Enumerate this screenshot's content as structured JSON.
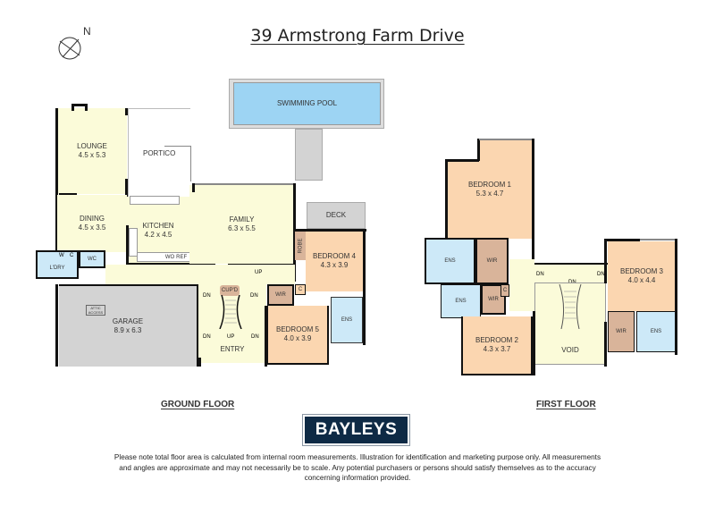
{
  "title": "39 Armstrong Farm Drive",
  "compass": {
    "label": "N",
    "icon": "north-arrow-icon"
  },
  "ground_floor": {
    "label": "GROUND FLOOR",
    "rooms": {
      "pool": {
        "name": "SWIMMING POOL"
      },
      "portico": {
        "name": "PORTICO"
      },
      "lounge": {
        "name": "LOUNGE",
        "dims": "4.5 x 5.3"
      },
      "dining": {
        "name": "DINING",
        "dims": "4.5 x 3.5"
      },
      "kitchen": {
        "name": "KITCHEN",
        "dims": "4.2 x 4.5"
      },
      "family": {
        "name": "FAMILY",
        "dims": "6.3 x 5.5"
      },
      "deck": {
        "name": "DECK"
      },
      "robe": {
        "name": "ROBE"
      },
      "bedroom4": {
        "name": "BEDROOM 4",
        "dims": "4.3 x 3.9"
      },
      "bedroom5": {
        "name": "BEDROOM 5",
        "dims": "4.0 x 3.9"
      },
      "wir": {
        "name": "WIR"
      },
      "c": {
        "name": "C"
      },
      "ens": {
        "name": "ENS"
      },
      "ldry": {
        "name": "L'DRY"
      },
      "wc": {
        "name": "WC"
      },
      "w": {
        "name": "W"
      },
      "c2": {
        "name": "C"
      },
      "garage": {
        "name": "GARAGE",
        "dims": "8.9 x 6.3"
      },
      "attic": {
        "name": "ATTIC ACCESS"
      },
      "entry": {
        "name": "ENTRY"
      },
      "cupd": {
        "name": "CUP'D"
      },
      "wo": {
        "name": "WO"
      },
      "ref": {
        "name": "REF"
      }
    },
    "stair_labels": {
      "dn1": "DN",
      "dn2": "DN",
      "dn3": "DN",
      "dn4": "DN",
      "up1": "UP",
      "up2": "UP"
    }
  },
  "first_floor": {
    "label": "FIRST FLOOR",
    "rooms": {
      "bedroom1": {
        "name": "BEDROOM 1",
        "dims": "5.3 x 4.7"
      },
      "bedroom2": {
        "name": "BEDROOM 2",
        "dims": "4.3 x 3.7"
      },
      "bedroom3": {
        "name": "BEDROOM 3",
        "dims": "4.0 x 4.4"
      },
      "ens1": {
        "name": "ENS"
      },
      "ens2": {
        "name": "ENS"
      },
      "ens3": {
        "name": "ENS"
      },
      "wir1": {
        "name": "WIR"
      },
      "wir2": {
        "name": "WIR"
      },
      "wir3": {
        "name": "WIR"
      },
      "c": {
        "name": "C"
      },
      "void": {
        "name": "VOID"
      }
    },
    "stair_labels": {
      "dn1": "DN",
      "dn2": "DN",
      "dn3": "DN"
    }
  },
  "brand": {
    "logo_text": "BAYLEYS",
    "color": "#0e2a45"
  },
  "disclaimer": "Please note total floor area is calculated from internal room measurements. Illustration for identification and marketing purpose only. All measurements and angles are approximate and may not necessarily be to scale. Any potential purchasers or persons should satisfy themselves as to the accuracy concerning information  provided.",
  "colors": {
    "living": "#fbfbd9",
    "bedroom": "#fbd6b0",
    "wet": "#cde9f8",
    "storage": "#d9b49a",
    "garage": "#d3d3d3",
    "pool": "#9dd4f3"
  }
}
